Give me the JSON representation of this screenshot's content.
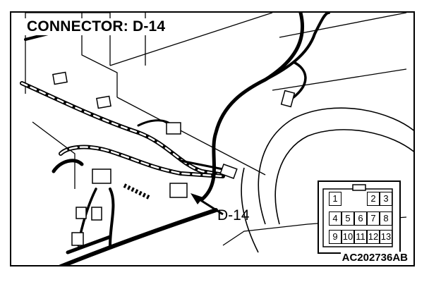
{
  "title": "CONNECTOR: D-14",
  "callout_label": "D-14",
  "figure_code": "AC202736AB",
  "connector_pins": {
    "row1": [
      "1",
      "",
      "",
      "2",
      "3"
    ],
    "row2": [
      "4",
      "5",
      "6",
      "7",
      "8"
    ],
    "row3": [
      "9",
      "10",
      "11",
      "12",
      "13"
    ]
  }
}
